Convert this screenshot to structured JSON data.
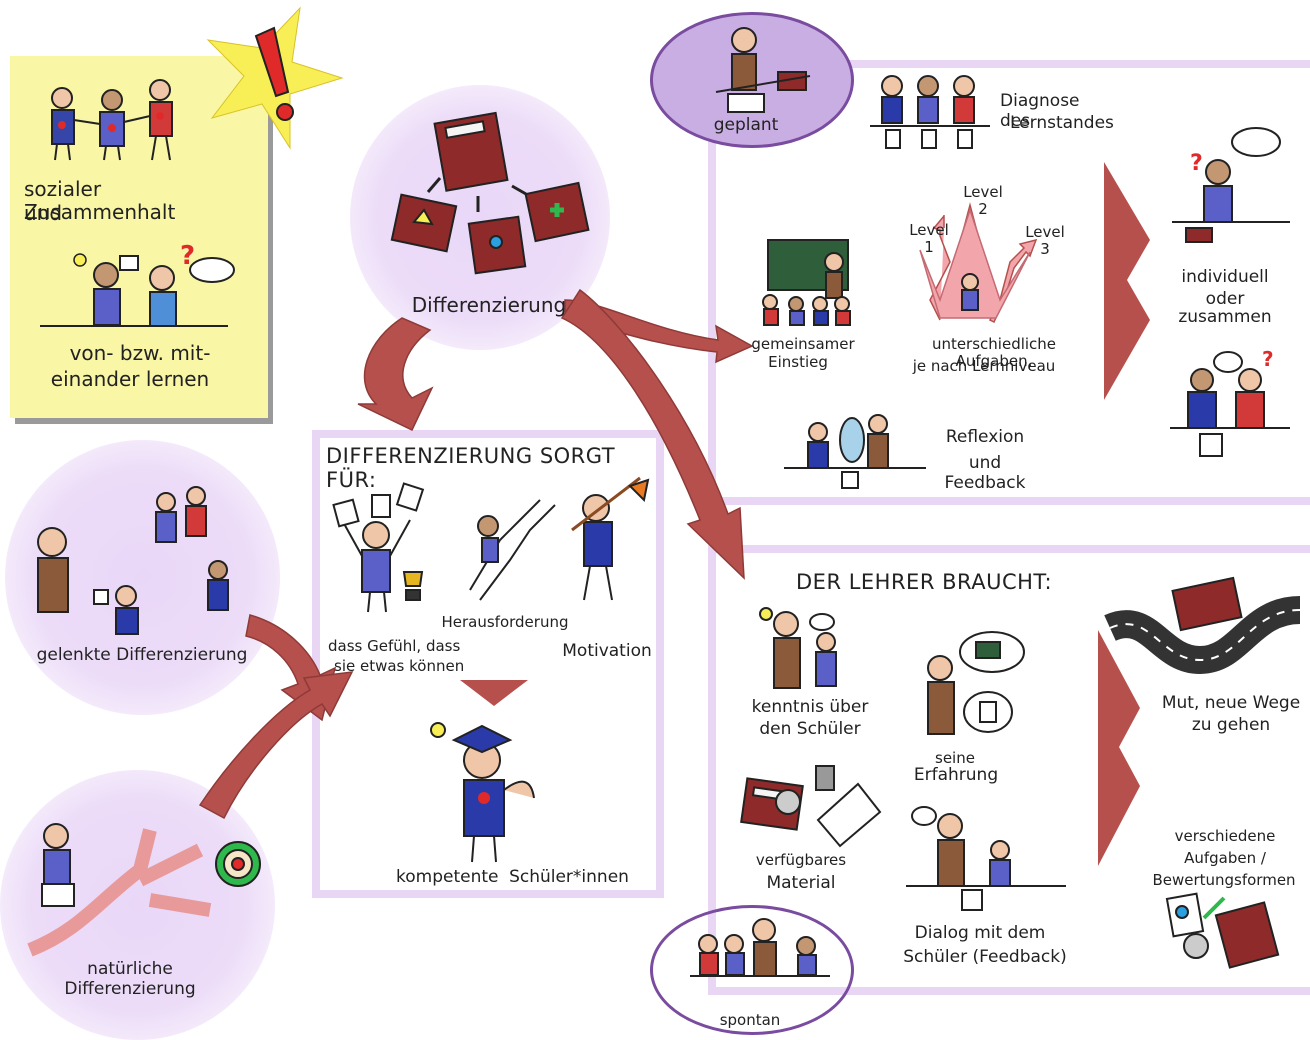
{
  "sticky_note": {
    "line1": "sozialer Zusammenhalt",
    "line2": "und",
    "line3": "von- bzw. mit-",
    "line4": "einander lernen"
  },
  "center_top": {
    "label": "Differenzierung"
  },
  "center_box": {
    "title": "DIFFERENZIERUNG SORGT FÜR:",
    "item1_line1": "dass Gefühl, dass",
    "item1_line2": "sie etwas können",
    "item2": "Herausforderung",
    "item3": "Motivation",
    "result_word1": "kompetente",
    "result_word2": "Schüler*innen"
  },
  "left_circles": {
    "gelenkte": "gelenkte Differenzierung",
    "natuerliche": "natürliche Differenzierung"
  },
  "planned_panel": {
    "oval_label": "geplant",
    "diagnose_line1": "Diagnose des",
    "diagnose_line2": "Lernstandes",
    "einstieg_line1": "gemeinsamer",
    "einstieg_line2": "Einstieg",
    "level1": "Level 1",
    "level2": "Level 2",
    "level3": "Level 3",
    "aufgaben_line1": "unterschiedliche Aufgaben,",
    "aufgaben_line2": "je nach Lernniveau",
    "reflexion_line1": "Reflexion",
    "reflexion_line2": "und Feedback",
    "individuell_line1": "individuell",
    "individuell_line2": "oder",
    "individuell_line3": "zusammen"
  },
  "teacher_panel": {
    "title": "DER LEHRER BRAUCHT:",
    "kenntnis_line1": "kenntnis über",
    "kenntnis_line2": "den Schüler",
    "erfahrung_line1": "seine",
    "erfahrung_line2": "Erfahrung",
    "material_line1": "verfügbares",
    "material_line2": "Material",
    "dialog_line1": "Dialog mit dem",
    "dialog_line2": "Schüler (Feedback)",
    "mut_line1": "Mut, neue Wege",
    "mut_line2": "zu gehen",
    "formen_line1": "verschiedene",
    "formen_line2": "Aufgaben /",
    "formen_line3": "Bewertungsformen",
    "oval_label": "spontan"
  },
  "colors": {
    "arrow": "#b5504d",
    "frame": "#e8d6f4",
    "glow": "#ecdcf8",
    "sticky": "#f9f6a6",
    "book": "#8e2a2a",
    "oval": "#c9aee3"
  }
}
